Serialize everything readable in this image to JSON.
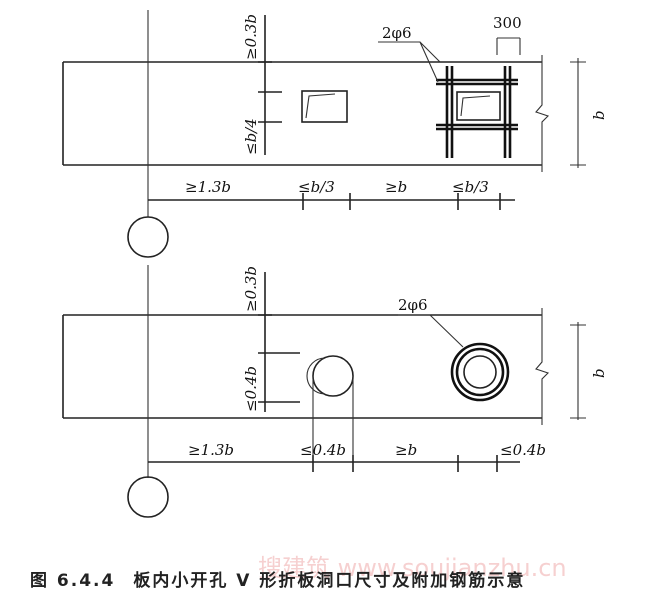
{
  "top_figure": {
    "rebar_label": "2φ6",
    "spacing_label": "300",
    "edge_dist_label": "≥0.3b",
    "hole_size_label": "≤b/4",
    "width_label": "b",
    "bottom_dims": [
      "≥1.3b",
      "≤b/3",
      "≥b",
      "≤b/3"
    ]
  },
  "bottom_figure": {
    "rebar_label": "2φ6",
    "edge_dist_label": "≥0.3b",
    "hole_size_label": "≤0.4b",
    "width_label": "b",
    "bottom_dims": [
      "≥1.3b",
      "≤0.4b",
      "≥b",
      "≤0.4b"
    ]
  },
  "caption": {
    "number": "图 6.4.4",
    "title": "板内小开孔 V 形折板洞口尺寸及附加钢筋示意"
  },
  "watermark": "搜建筑 www.soujianzhu.cn"
}
